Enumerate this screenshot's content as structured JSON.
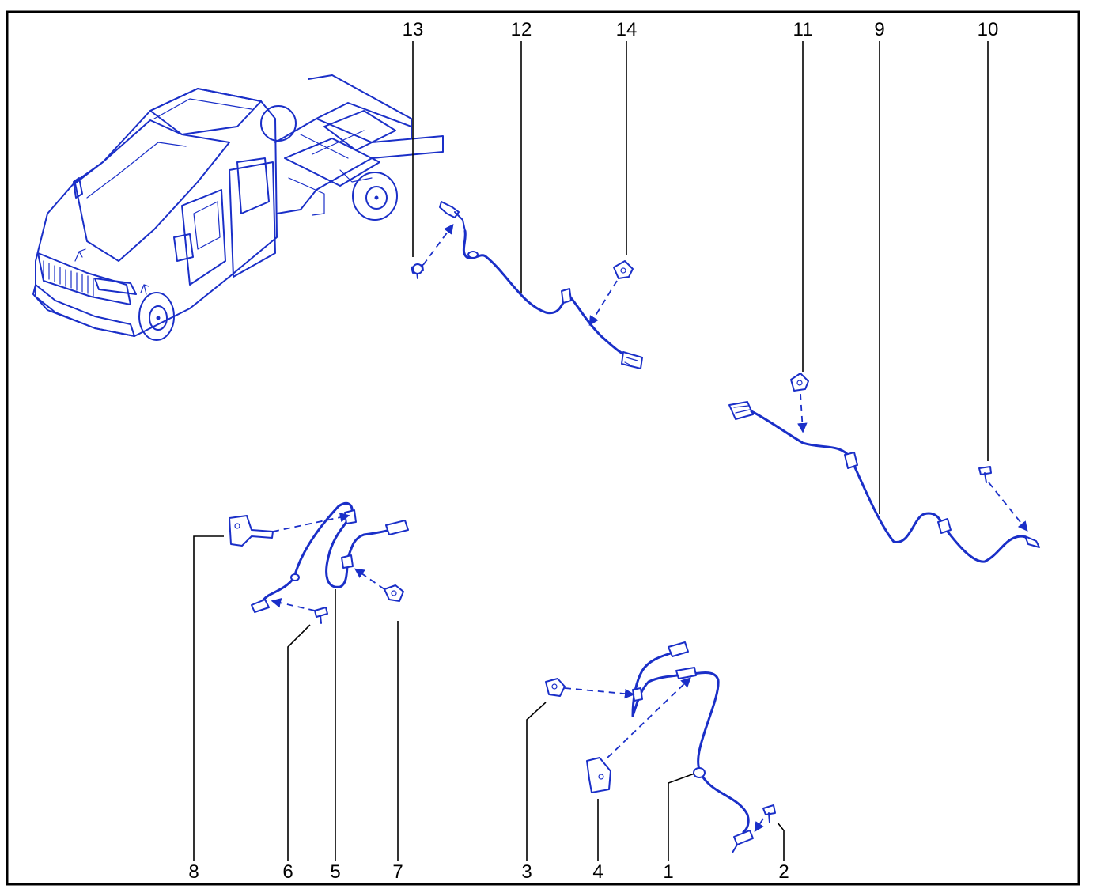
{
  "diagram": {
    "frame_color": "#000000",
    "line_color": "#1a2fc8",
    "callouts": {
      "c1": "1",
      "c2": "2",
      "c3": "3",
      "c4": "4",
      "c5": "5",
      "c6": "6",
      "c7": "7",
      "c8": "8",
      "c9": "9",
      "c10": "10",
      "c11": "11",
      "c12": "12",
      "c13": "13",
      "c14": "14"
    }
  }
}
